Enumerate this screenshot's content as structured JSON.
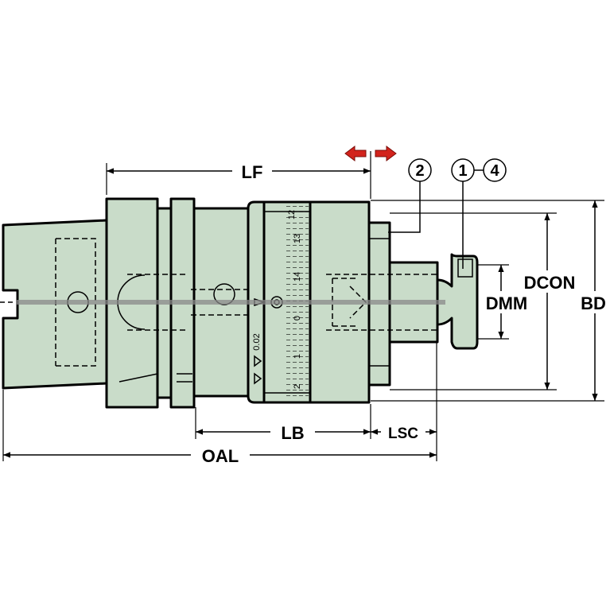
{
  "dimensions": {
    "lf": "LF",
    "lb": "LB",
    "lsc": "LSC",
    "oal": "OAL",
    "dcon": "DCON",
    "dmm": "DMM",
    "bd": "BD"
  },
  "callouts": {
    "c2": "2",
    "c1": "1",
    "c4": "4"
  },
  "scale": {
    "graduations": [
      "12",
      "13",
      "14",
      "0",
      "1",
      "2"
    ],
    "resolution": "0.02"
  },
  "colors": {
    "body": "#c9dcc9",
    "arrow": "#d2231c",
    "axis": "#8a8a8a"
  }
}
